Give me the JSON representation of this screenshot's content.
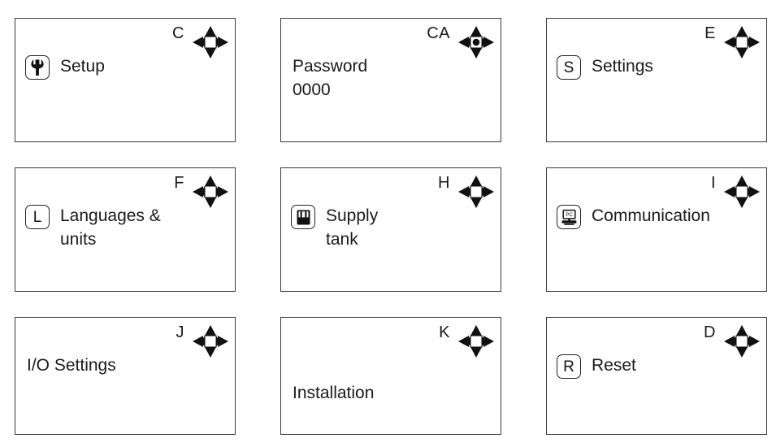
{
  "screens": [
    {
      "code": "C",
      "icon": "wrench-icon",
      "label": "Setup",
      "nav": "nav-diamond-icon",
      "nav_center": "square"
    },
    {
      "code": "CA",
      "icon": "none",
      "label": "Password",
      "value": "0000",
      "nav": "nav-diamond-ok-icon",
      "nav_center": "dot"
    },
    {
      "code": "E",
      "icon": "letter-badge",
      "badge_letter": "S",
      "label": "Settings",
      "nav": "nav-diamond-icon",
      "nav_center": "square"
    },
    {
      "code": "F",
      "icon": "letter-badge",
      "badge_letter": "L",
      "label": "Languages &\nunits",
      "nav": "nav-diamond-icon",
      "nav_center": "square"
    },
    {
      "code": "H",
      "icon": "supply-tank-icon",
      "label": "Supply\ntank",
      "nav": "nav-diamond-icon",
      "nav_center": "square"
    },
    {
      "code": "I",
      "icon": "pc-monitor-icon",
      "label": "Communication",
      "nav": "nav-diamond-icon",
      "nav_center": "square"
    },
    {
      "code": "J",
      "icon": "none",
      "label": "I/O Settings",
      "nav": "nav-diamond-icon",
      "nav_center": "square"
    },
    {
      "code": "K",
      "icon": "none",
      "label": "Installation",
      "nav": "nav-diamond-icon",
      "nav_center": "square"
    },
    {
      "code": "D",
      "icon": "letter-badge",
      "badge_letter": "R",
      "label": "Reset",
      "nav": "nav-diamond-icon",
      "nav_center": "square"
    }
  ],
  "colors": {
    "border": "#3a3a3a",
    "text": "#1a1a1a",
    "icon": "#111111",
    "background": "#ffffff"
  }
}
